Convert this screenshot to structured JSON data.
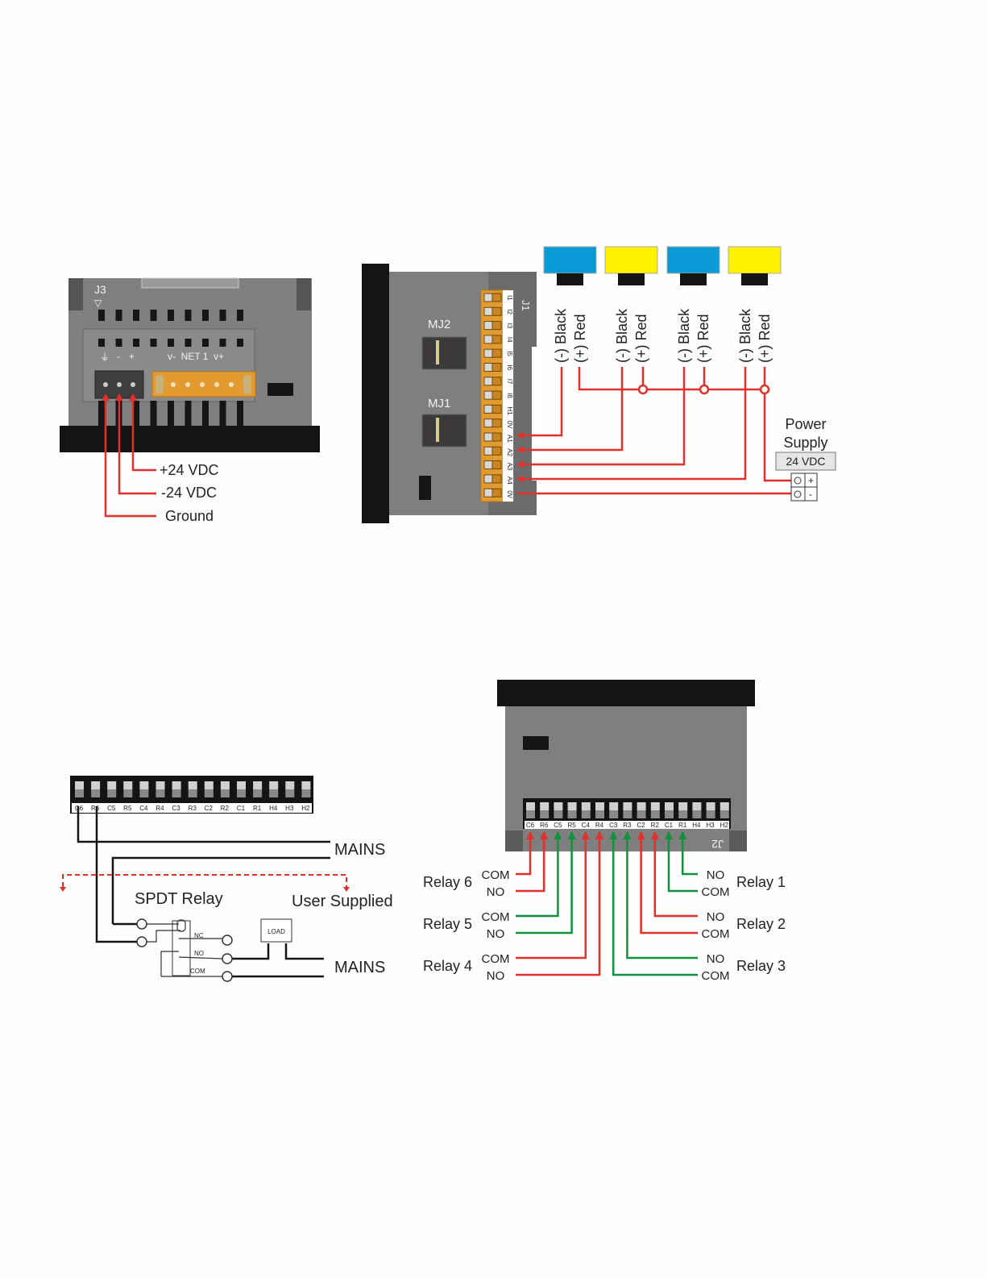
{
  "colors": {
    "housing": "#7f7f7f",
    "housing_dark": "#5a5a5a",
    "bezel": "#141414",
    "orange": "#e39a2f",
    "wire_red": "#e2302a",
    "wire_green": "#12913c",
    "sensor_blue": "#0a9bd6",
    "sensor_yellow": "#fff200"
  },
  "power_diagram": {
    "connector_label": "J3",
    "terminal_symbols": [
      "⏚",
      "-",
      "+"
    ],
    "net_label": "v-  NET 1  v+",
    "wires": [
      "+24 VDC",
      "-24 VDC",
      "Ground"
    ]
  },
  "analog_diagram": {
    "jacks": [
      "MJ2",
      "MJ1"
    ],
    "connector_label": "J1",
    "pins": [
      "I1",
      "I2",
      "I3",
      "I4",
      "I5",
      "I6",
      "I7",
      "I8",
      "H1",
      "0V",
      "A1",
      "A2",
      "A3",
      "A4",
      "0V"
    ],
    "sensors": [
      {
        "color": "blue",
        "neg": "(-) Black",
        "pos": "(+) Red",
        "to_pin": "A1"
      },
      {
        "color": "yellow",
        "neg": "(-) Black",
        "pos": "(+) Red",
        "to_pin": "A2"
      },
      {
        "color": "blue",
        "neg": "(-) Black",
        "pos": "(+) Red",
        "to_pin": "A3"
      },
      {
        "color": "yellow",
        "neg": "(-) Black",
        "pos": "(+) Red",
        "to_pin": "A4"
      }
    ],
    "power_supply": {
      "title_line1": "Power",
      "title_line2": "Supply",
      "voltage": "24 VDC",
      "plus": "+",
      "minus": "-"
    }
  },
  "relay_wiring": {
    "pins": [
      "C6",
      "R6",
      "C5",
      "R5",
      "C4",
      "R4",
      "C3",
      "R3",
      "C2",
      "R2",
      "C1",
      "R1",
      "H4",
      "H3",
      "H2"
    ],
    "mains_top": "MAINS",
    "mains_bottom": "MAINS",
    "relay_title": "SPDT Relay",
    "user_supplied": "User Supplied",
    "contacts": [
      "NC",
      "NO",
      "COM"
    ],
    "load": "LOAD"
  },
  "relay_outputs": {
    "connector_label": "J2",
    "pins": [
      "C6",
      "R6",
      "C5",
      "R5",
      "C4",
      "R4",
      "C3",
      "R3",
      "C2",
      "R2",
      "C1",
      "R1",
      "H4",
      "H3",
      "H2"
    ],
    "left": [
      {
        "relay": "Relay 6",
        "top": "COM",
        "bottom": "NO"
      },
      {
        "relay": "Relay 5",
        "top": "COM",
        "bottom": "NO"
      },
      {
        "relay": "Relay 4",
        "top": "COM",
        "bottom": "NO"
      }
    ],
    "right": [
      {
        "relay": "Relay 1",
        "top": "NO",
        "bottom": "COM"
      },
      {
        "relay": "Relay 2",
        "top": "NO",
        "bottom": "COM"
      },
      {
        "relay": "Relay 3",
        "top": "NO",
        "bottom": "COM"
      }
    ]
  }
}
